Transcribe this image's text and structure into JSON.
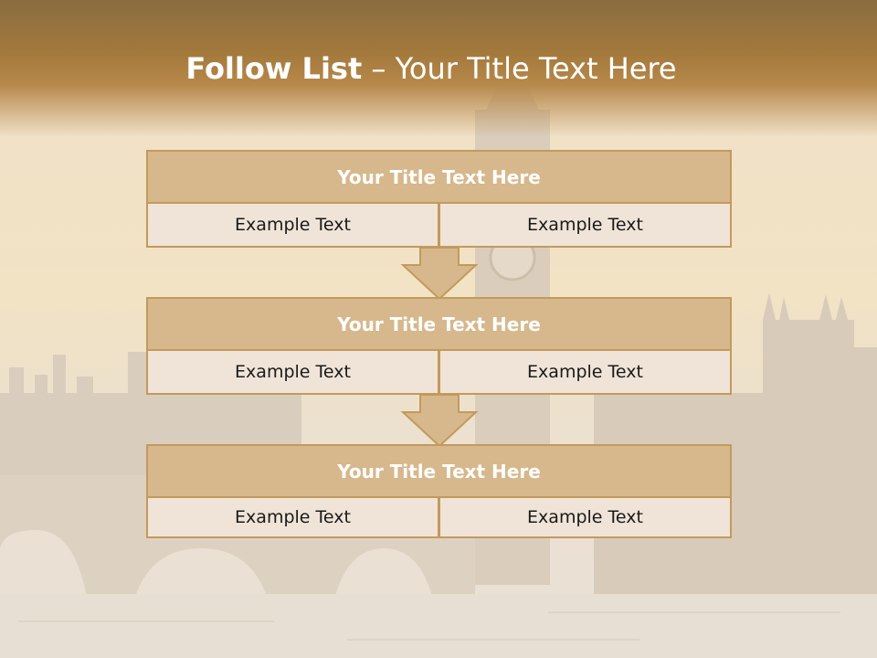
{
  "slide": {
    "title_bold": "Follow List",
    "title_rest": " – Your Title Text Here",
    "colors": {
      "header": "#a47a3c",
      "box_fill": "#d6b88c",
      "box_border": "#c39a5c",
      "cell_fill": "#f0e4d8"
    },
    "icons": [
      "down-arrow-icon"
    ],
    "blocks": [
      {
        "title": "Your Title Text Here",
        "left": "Example Text",
        "right": "Example Text"
      },
      {
        "title": "Your Title Text Here",
        "left": "Example Text",
        "right": "Example Text"
      },
      {
        "title": "Your Title Text Here",
        "left": "Example Text",
        "right": "Example Text"
      }
    ]
  }
}
